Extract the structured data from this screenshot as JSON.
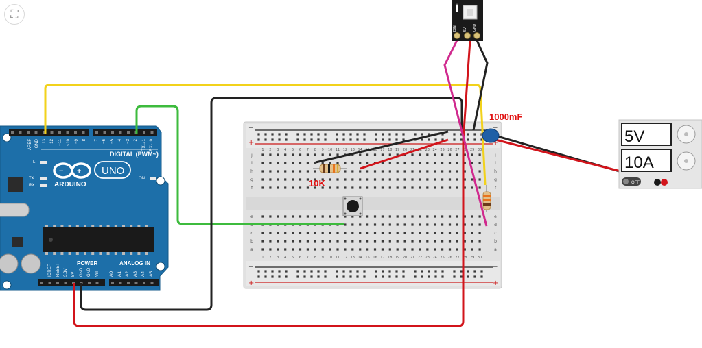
{
  "toolbar": {
    "fit_icon": "fit-view-icon"
  },
  "arduino": {
    "brand": "ARDUINO",
    "model": "UNO",
    "header_digital": "DIGITAL (PWM~)",
    "header_power": "POWER",
    "header_analog": "ANALOG IN",
    "pins_top": [
      "AREF",
      "GND",
      "13",
      "12",
      "~11",
      "~10",
      "~9",
      "8",
      "7",
      "~6",
      "~5",
      "4",
      "~3",
      "2",
      "TX→1",
      "RX←0"
    ],
    "pins_power": [
      "IOREF",
      "RESET",
      "3.3V",
      "5V",
      "GND",
      "GND",
      "Vin"
    ],
    "pins_analog": [
      "A0",
      "A1",
      "A2",
      "A3",
      "A4",
      "A5"
    ],
    "led_labels": [
      "L",
      "TX",
      "RX",
      "ON"
    ]
  },
  "breadboard": {
    "row_letters_top": [
      "j",
      "i",
      "h",
      "g",
      "f"
    ],
    "row_letters_bottom": [
      "e",
      "d",
      "c",
      "b",
      "a"
    ],
    "columns": [
      "1",
      "2",
      "3",
      "4",
      "5",
      "6",
      "7",
      "8",
      "9",
      "10",
      "11",
      "12",
      "13",
      "14",
      "15",
      "16",
      "17",
      "18",
      "19",
      "20",
      "21",
      "22",
      "23",
      "24",
      "25",
      "26",
      "27",
      "28",
      "29",
      "30"
    ]
  },
  "labels": {
    "resistor": "10K",
    "capacitor": "1000mF"
  },
  "power_supply": {
    "voltage": "5V",
    "current": "10A",
    "switch": "OFF"
  },
  "led_module": {
    "pins": [
      "DIN",
      "5V",
      "GND"
    ]
  },
  "colors": {
    "board": "#1d6fa9",
    "wire_yellow": "#f2d21b",
    "wire_green": "#3dbb3d",
    "wire_black": "#222222",
    "wire_red": "#d2141b",
    "wire_magenta": "#d02a8e",
    "label_red": "#e01010"
  }
}
